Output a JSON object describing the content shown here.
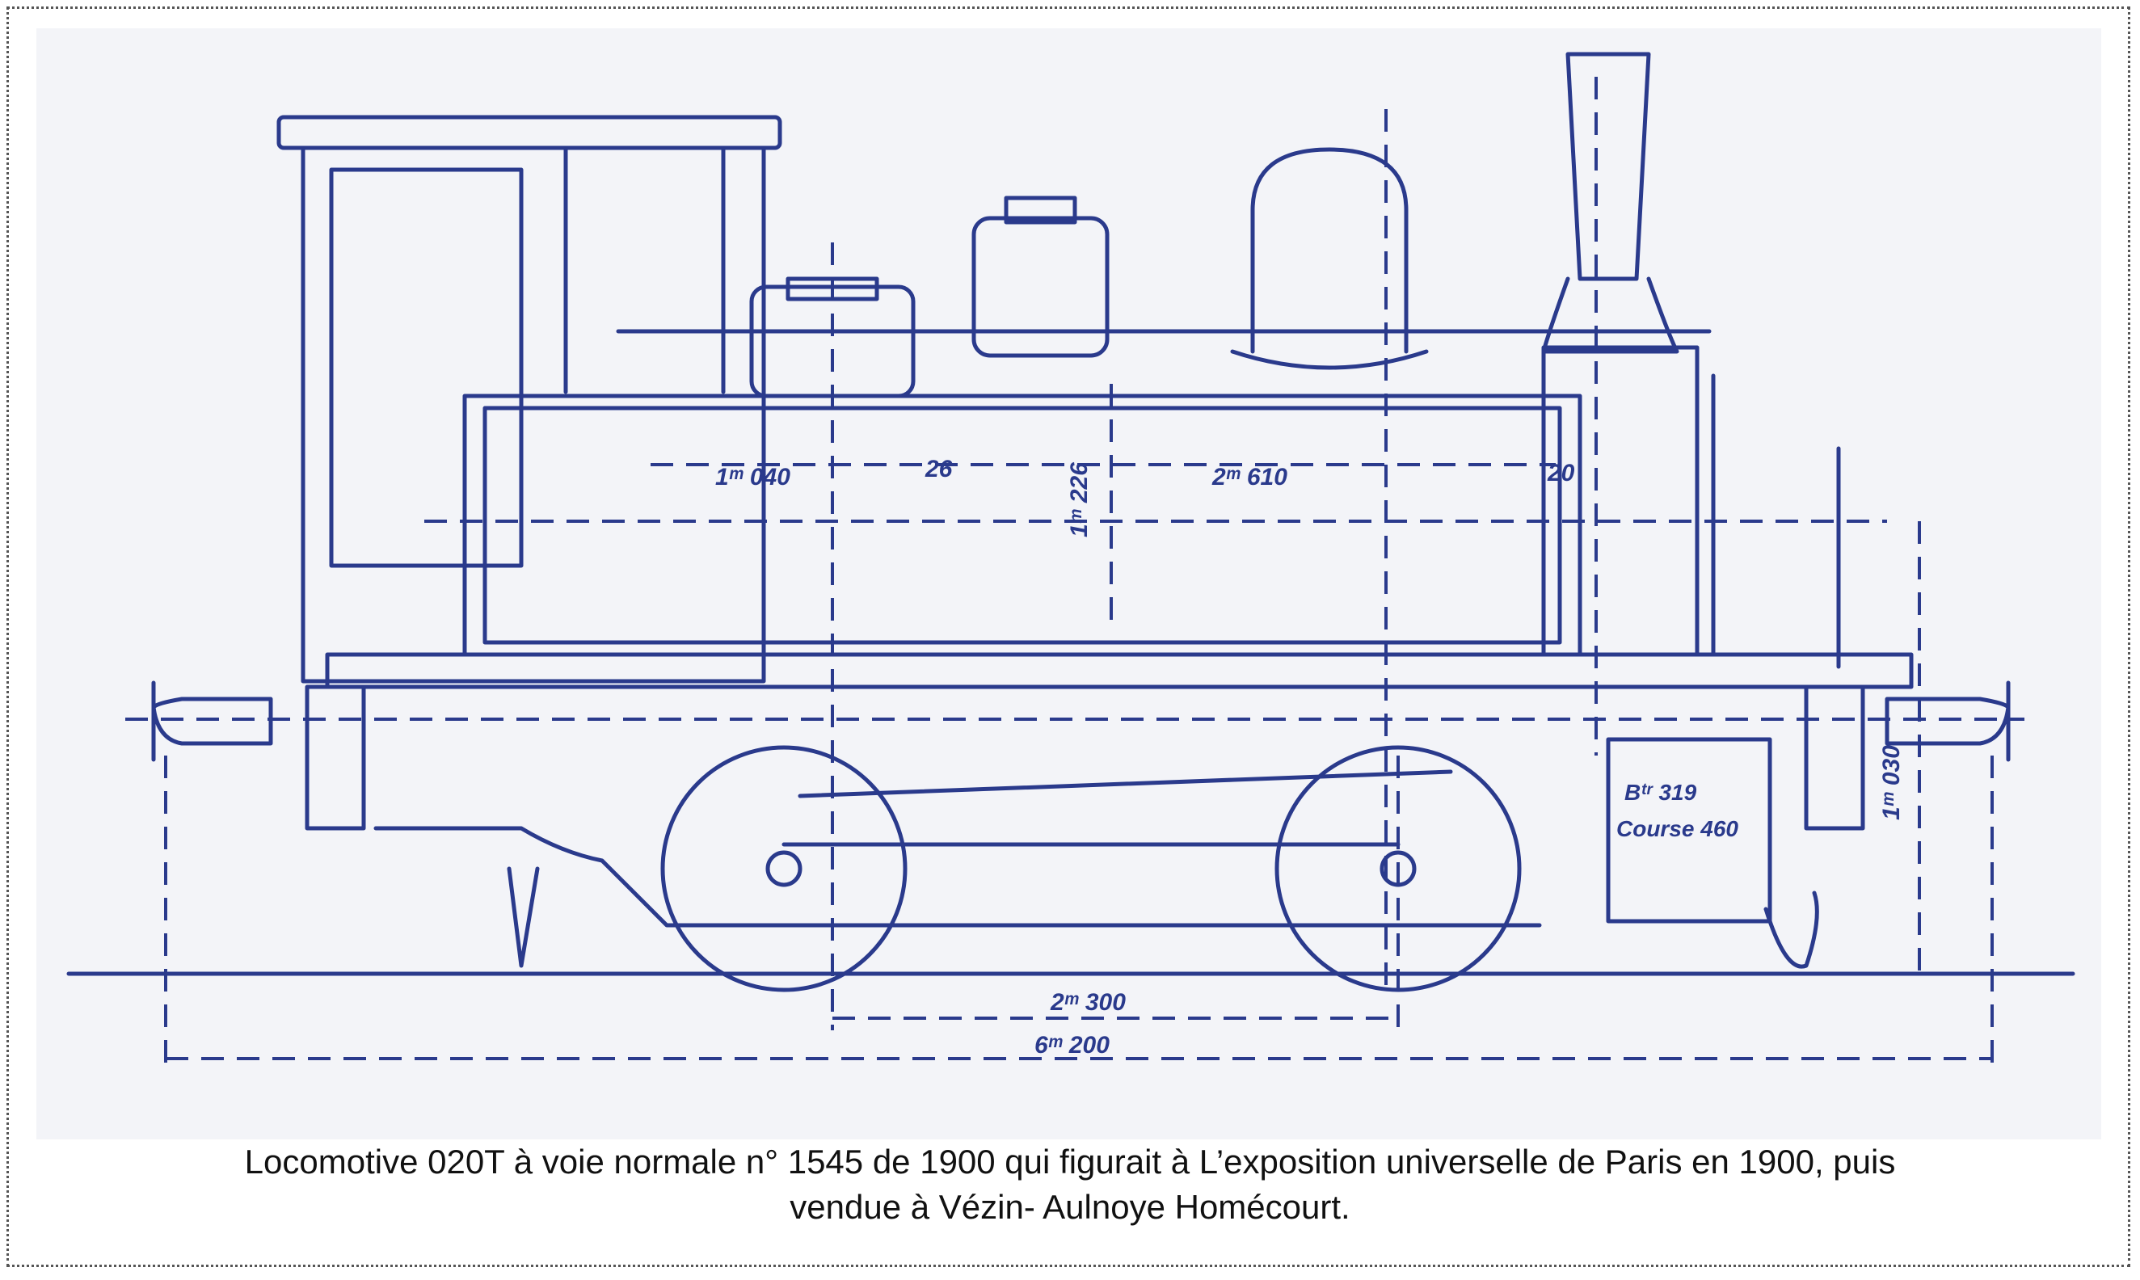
{
  "caption": {
    "line1": "Locomotive 020T à voie normale n° 1545 de 1900 qui figurait à L’exposition universelle de Paris en 1900, puis",
    "line2": "vendue à Vézin- Aulnoye Homécourt."
  },
  "drawing": {
    "dimensions": {
      "tank_front": "1ᵐ 040",
      "tank_gap_left": "26",
      "tank_height": "1ᵐ 226",
      "tank_length": "2ᵐ 610",
      "tank_gap_right": "20",
      "wheelbase": "2ᵐ 300",
      "overall_length": "6ᵐ 200",
      "buffer_height": "1ᵐ 030"
    },
    "plate": {
      "line1": "Bᵗʳ 319",
      "line2": "Course 460"
    },
    "ink_color": "#2a3a8c",
    "paper_color": "#f3f4f8"
  }
}
